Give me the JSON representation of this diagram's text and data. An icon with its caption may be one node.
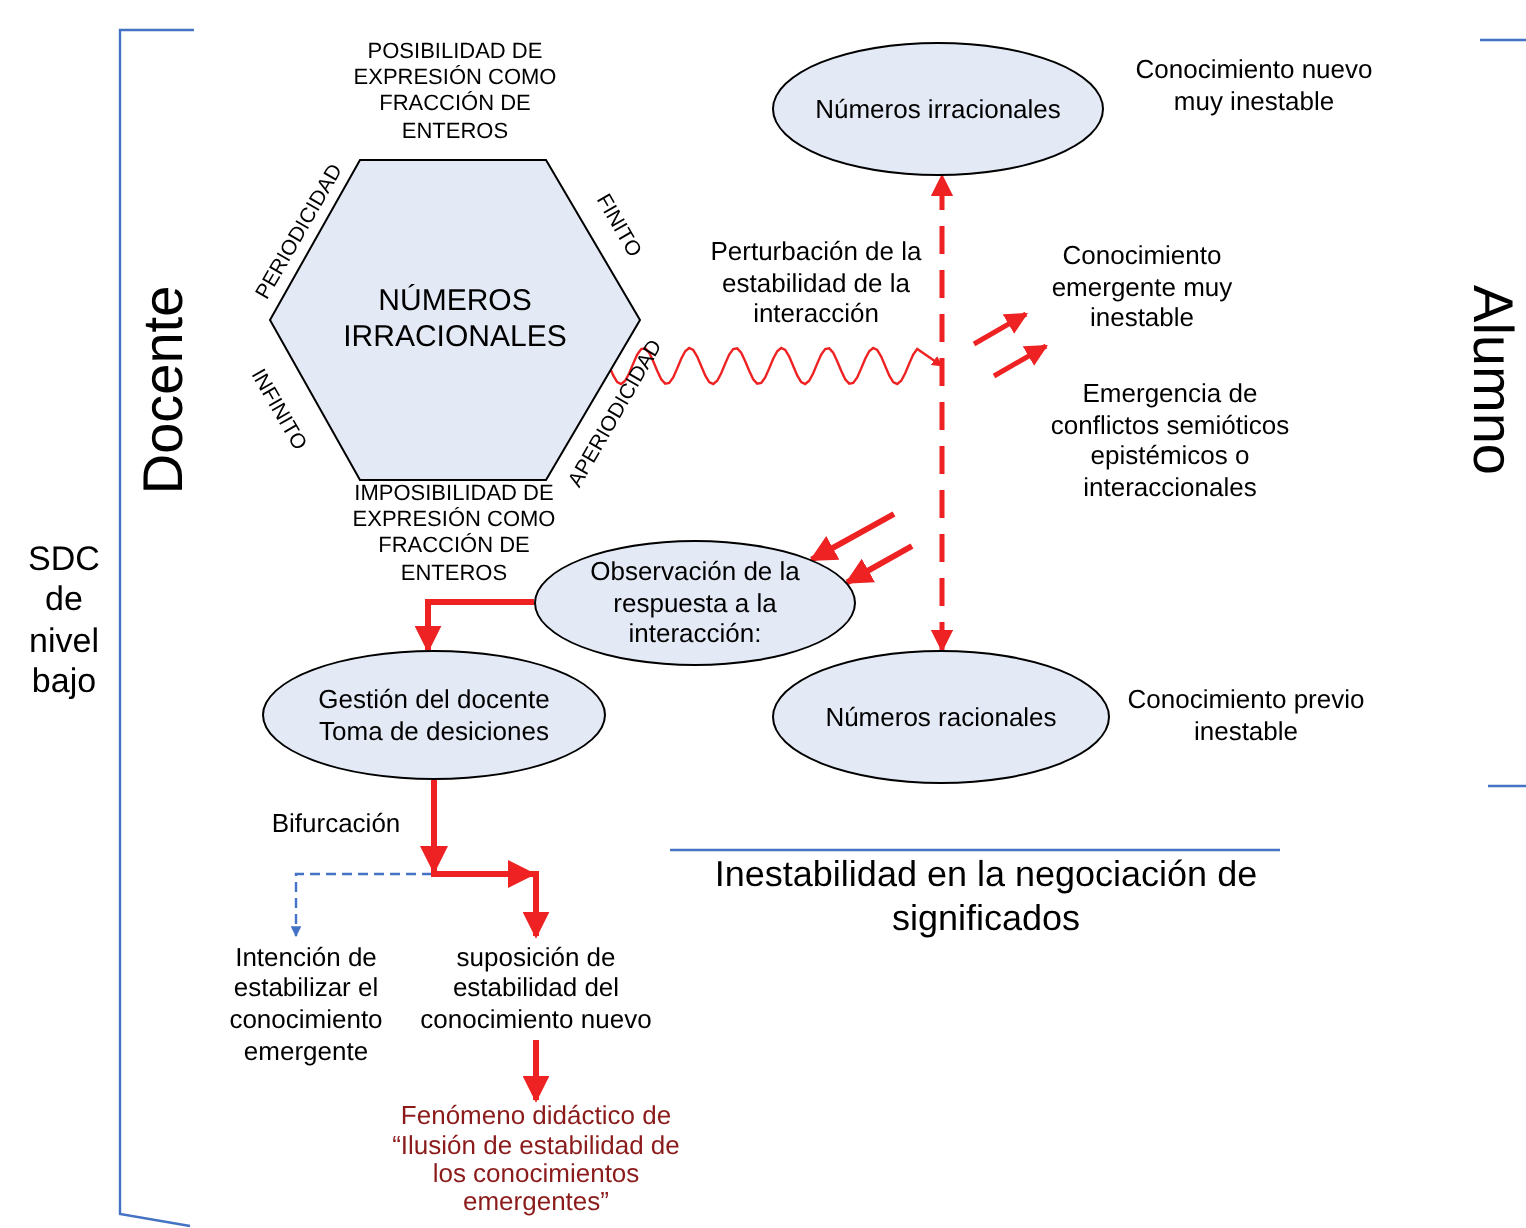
{
  "diagram": {
    "nodes": [
      {
        "text": [
          "NÚMEROS IRRACIONALES"
        ],
        "beside": [
          "POSIBILIDAD DE EXPRESIÓN COMO FRACCIÓN DE ENTEROS",
          "PERIODICIDAD",
          "FINITO",
          "INFINITO",
          "APERIODICIDAD",
          "IMPOSIBILIDAD DE EXPRESIÓN COMO FRACCIÓN DE ENTEROS"
        ]
      },
      {
        "text": [
          "Números irracionales"
        ],
        "beside": [
          "Conocimiento nuevo muy inestable"
        ]
      },
      {
        "text": [
          "Observación de la respuesta a la interacción:"
        ]
      },
      {
        "text": [
          "Gestión del docente",
          "Toma de desiciones"
        ]
      },
      {
        "text": [
          "Números racionales"
        ],
        "beside": [
          "Conocimiento previo inestable"
        ]
      },
      {
        "text": [
          "Intención de estabilizar el conocimiento emergente"
        ]
      },
      {
        "text": [
          "suposición de estabilidad del conocimiento nuevo"
        ]
      },
      {
        "text": [
          "Fenómeno didáctico de “Ilusión de estabilidad de los conocimientos emergentes”"
        ]
      }
    ],
    "edges": [
      {
        "from": 4,
        "to": 1,
        "arrow": "both",
        "style": "dashed"
      },
      {
        "from": 0,
        "to": null,
        "arrow": "to",
        "label": "Perturbación de la estabilidad de la interacción"
      },
      {
        "from": null,
        "to": 2,
        "arrow": "to"
      },
      {
        "from": null,
        "to": 2,
        "arrow": "to"
      },
      {
        "from": 2,
        "to": 3,
        "arrow": "to"
      },
      {
        "from": 3,
        "to": 6,
        "arrow": "to",
        "label": "Bifurcación"
      },
      {
        "from": 3,
        "to": 5,
        "arrow": "to",
        "style": "dashed",
        "color": "#4472c4"
      },
      {
        "from": 6,
        "to": 7,
        "arrow": "to"
      }
    ],
    "labels": [
      "Docente",
      "Alumno",
      "SDC de nivel bajo",
      "Conocimiento emergente muy inestable",
      "Emergencia de conflictos semióticos epistémicos o interaccionales",
      "Inestabilidad en la negociación de significados"
    ]
  }
}
